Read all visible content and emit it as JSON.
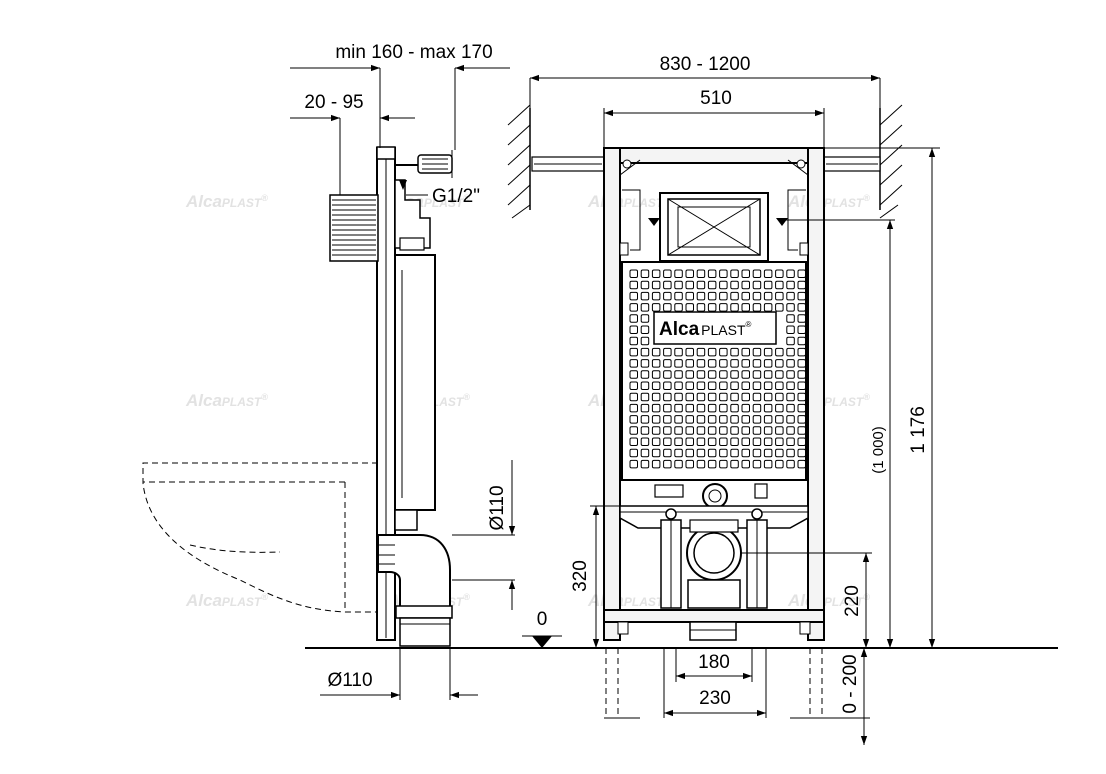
{
  "dimensions": {
    "side_depth": "min 160 - max 170",
    "side_offset": "20 - 95",
    "side_thread": "G1/2\"",
    "side_pipe_vertical": "Ø110",
    "side_pipe_bottom": "Ø110",
    "front_wall_span": "830 - 1200",
    "front_width": "510",
    "front_total_height": "1 176",
    "front_bracket_height": "(1 000)",
    "front_outlet_height": "320",
    "front_zero": "0",
    "front_inlet_height": "220",
    "front_inner": "180",
    "front_outer": "230",
    "front_leg_range": "0 - 200"
  },
  "brand": {
    "name_bold": "Alca",
    "name_light": "PLAST",
    "mark": "®"
  },
  "watermark": {
    "bold": "Alca",
    "light": "PLAST",
    "mark": "®"
  },
  "colors": {
    "line": "#000000",
    "frame_fill": "#f4f4f4",
    "watermark": "#e2e2e2",
    "background": "#ffffff"
  }
}
